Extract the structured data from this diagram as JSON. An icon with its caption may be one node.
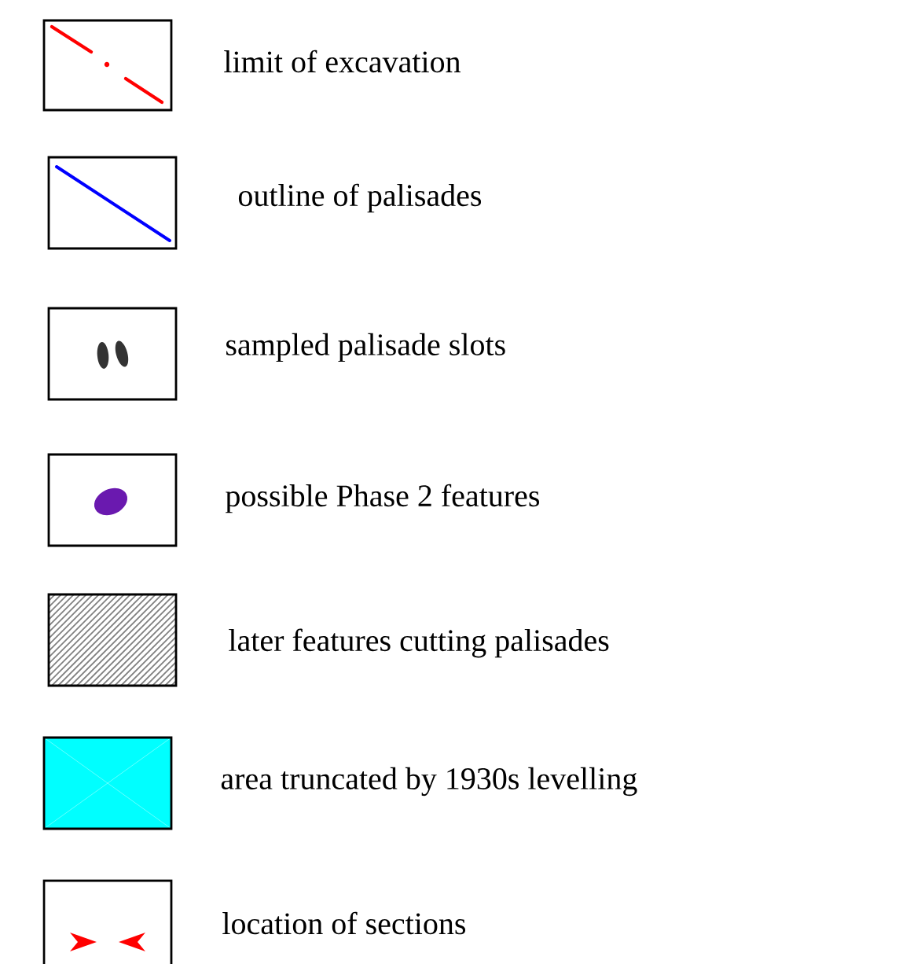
{
  "diagram": {
    "legend": [
      {
        "text": "limit of excavation"
      },
      {
        "text": "outline of palisades"
      },
      {
        "text": "sampled palisade slots"
      },
      {
        "text": "possible Phase 2 features"
      },
      {
        "text": "later features cutting palisades"
      },
      {
        "text": "area truncated by 1930s levelling",
        "color": "#00ffff"
      },
      {
        "text": "location of sections"
      }
    ]
  }
}
